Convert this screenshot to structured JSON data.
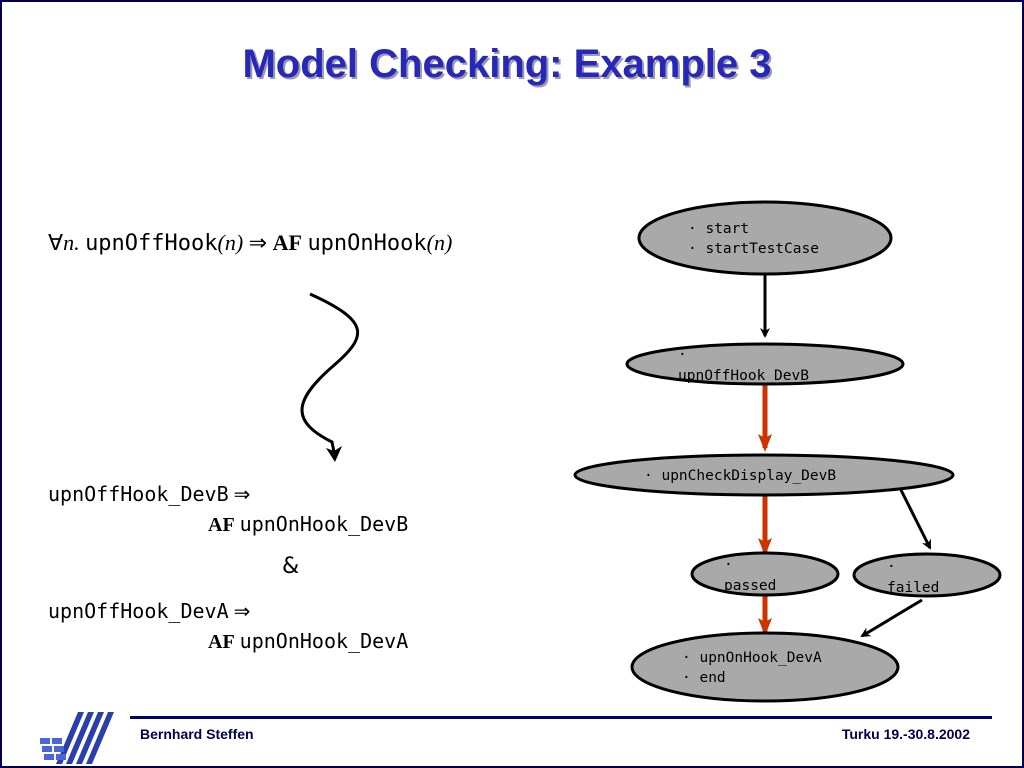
{
  "title": "Model Checking: Example 3",
  "formula": {
    "forall": "∀",
    "var": "n.",
    "off": "upnOffHook",
    "arg1": "(n)",
    "implies": "⇒",
    "af": "AF",
    "on": "upnOnHook",
    "arg2": "(n)"
  },
  "left": {
    "line1a": "upnOffHook_DevB",
    "line1b": "⇒",
    "line2a": "AF",
    "line2b": "upnOnHook_DevB",
    "amp": "&",
    "line3a": "upnOffHook_DevA",
    "line3b": "⇒",
    "line4a": "AF",
    "line4b": "upnOnHook_DevA"
  },
  "nodes": {
    "start": [
      "· start",
      "· startTestCase"
    ],
    "offhook": [
      "·",
      "upnOffHook_DevB"
    ],
    "check": [
      "· upnCheckDisplay_DevB"
    ],
    "passed": [
      "·",
      "passed"
    ],
    "failed": [
      "·",
      "failed"
    ],
    "end": [
      "· upnOnHook_DevA",
      "· end"
    ]
  },
  "colors": {
    "title": "#2828b8",
    "node_fill": "#a9a9a9",
    "red_arrow": "#cc3300",
    "footer": "#00004c"
  },
  "footer": {
    "author": "Bernhard Steffen",
    "place": "Turku 19.-30.8.2002"
  },
  "icons": {
    "logo": "institution-logo-icon"
  }
}
